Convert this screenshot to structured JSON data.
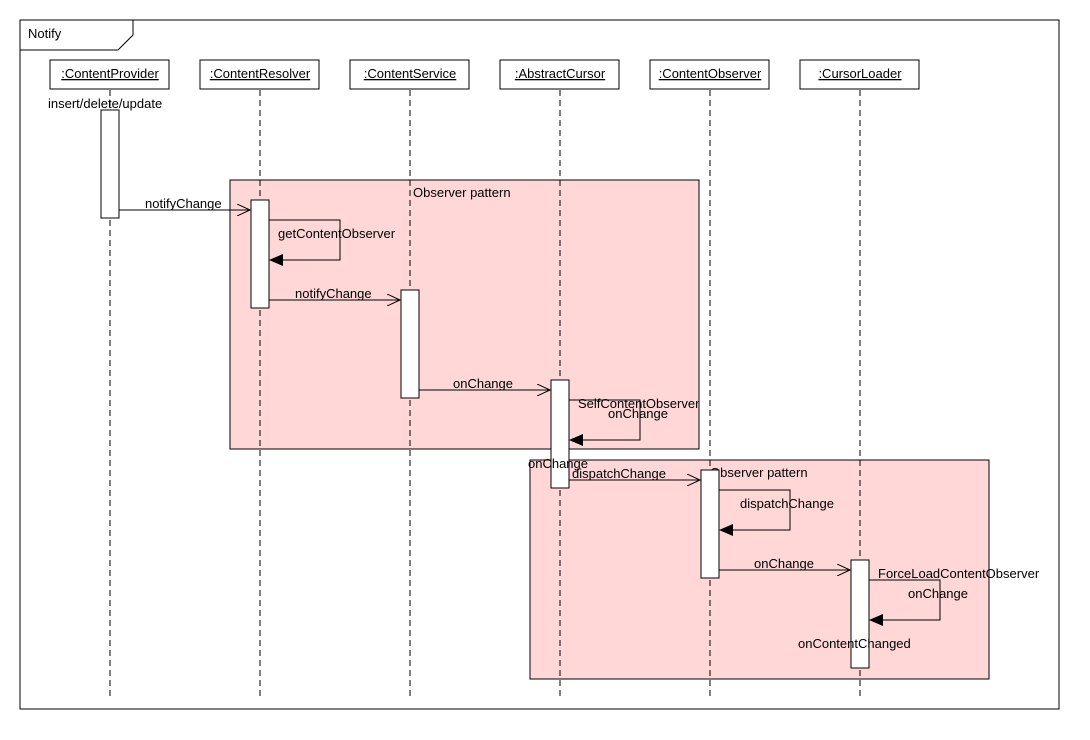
{
  "frame": {
    "title": "Notify"
  },
  "lifelines": [
    {
      "id": "cp",
      "name": ":ContentProvider"
    },
    {
      "id": "cr",
      "name": ":ContentResolver"
    },
    {
      "id": "cs",
      "name": ":ContentService"
    },
    {
      "id": "ac",
      "name": ":AbstractCursor"
    },
    {
      "id": "co",
      "name": ":ContentObserver"
    },
    {
      "id": "cl",
      "name": ":CursorLoader"
    }
  ],
  "fragments": [
    {
      "label": "Observer pattern"
    },
    {
      "label": "Observer pattern"
    }
  ],
  "notes": [
    {
      "text": "insert/delete/update"
    },
    {
      "text": "SelfContentObserver"
    },
    {
      "text": "onChange"
    },
    {
      "text": "ForceLoadContentObserver"
    },
    {
      "text": "onContentChanged"
    }
  ],
  "messages": [
    {
      "label": "notifyChange",
      "from": "cp",
      "to": "cr",
      "kind": "async"
    },
    {
      "label": "getContentObserver",
      "from": "cr",
      "to": "cr",
      "kind": "self"
    },
    {
      "label": "notifyChange",
      "from": "cr",
      "to": "cs",
      "kind": "async"
    },
    {
      "label": "onChange",
      "from": "cs",
      "to": "ac",
      "kind": "async"
    },
    {
      "label": "onChange",
      "from": "ac",
      "to": "ac",
      "kind": "self"
    },
    {
      "label": "dispatchChange",
      "from": "ac",
      "to": "co",
      "kind": "async"
    },
    {
      "label": "dispatchChange",
      "from": "co",
      "to": "co",
      "kind": "self"
    },
    {
      "label": "onChange",
      "from": "co",
      "to": "cl",
      "kind": "async"
    },
    {
      "label": "onChange",
      "from": "cl",
      "to": "cl",
      "kind": "self"
    }
  ]
}
